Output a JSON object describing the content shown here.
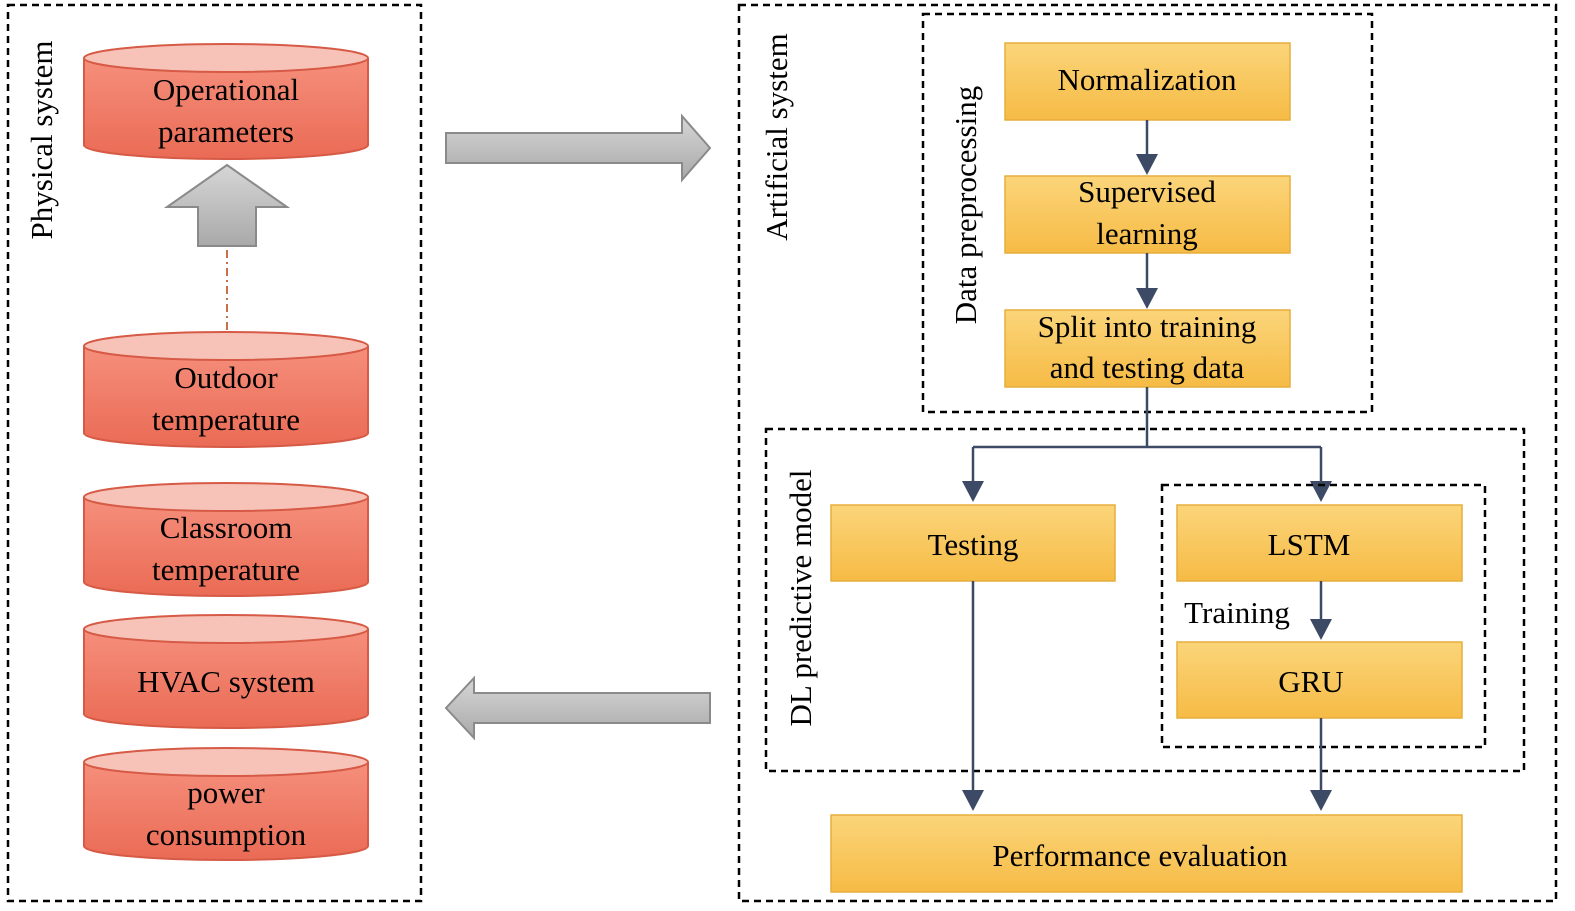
{
  "physical": {
    "title": "Physical system",
    "cylinders": [
      {
        "line1": "Operational",
        "line2": "parameters"
      },
      {
        "line1": "Outdoor",
        "line2": "temperature"
      },
      {
        "line1": "Classroom",
        "line2": "temperature"
      },
      {
        "line1": "HVAC system",
        "line2": ""
      },
      {
        "line1": "power",
        "line2": "consumption"
      }
    ]
  },
  "artificial": {
    "title": "Artificial system",
    "preprocessing": {
      "title": "Data preprocessing",
      "steps": [
        {
          "line1": "Normalization",
          "line2": ""
        },
        {
          "line1": "Supervised",
          "line2": "learning"
        },
        {
          "line1": "Split into training",
          "line2": "and testing data"
        }
      ]
    },
    "model": {
      "title": "DL predictive model",
      "testing": "Testing",
      "lstm": "LSTM",
      "gru": "GRU",
      "training_label": "Training"
    },
    "evaluation": "Performance evaluation"
  },
  "colors": {
    "cylinder_fill": "#f08070",
    "cylinder_top": "#f7c0b6",
    "cylinder_stroke": "#d9614c",
    "box_fill": "#f9c85a",
    "box_stroke": "#e9b040",
    "arrow_gray": "#bdbdbd",
    "connector": "#3d4a66",
    "dash_link": "#c8704a"
  }
}
